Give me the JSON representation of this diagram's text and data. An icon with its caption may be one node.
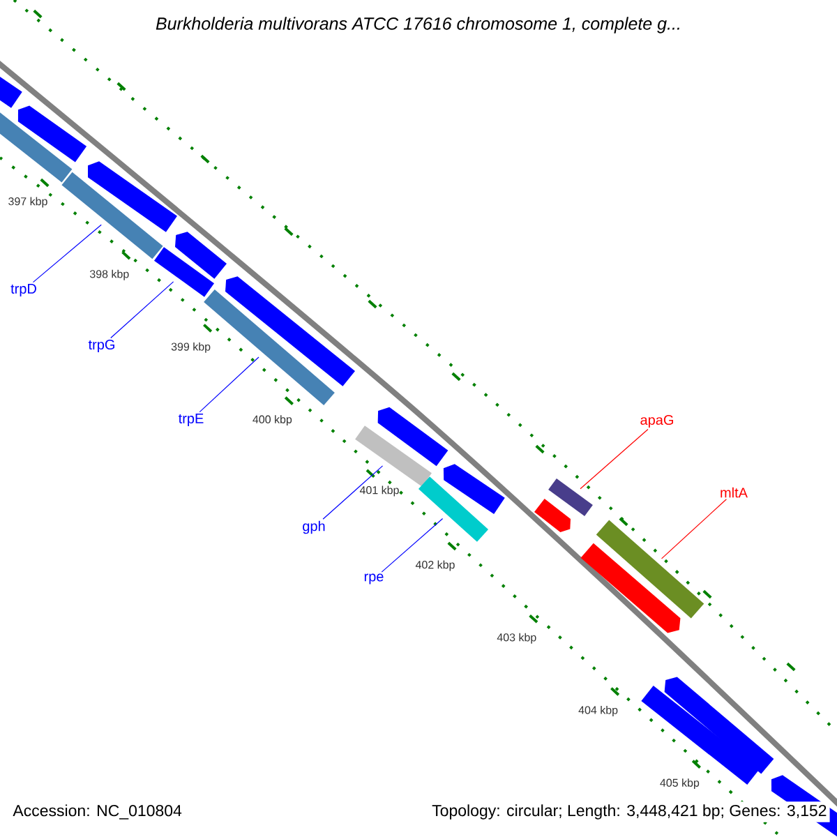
{
  "diagram": {
    "title": "Burkholderia multivorans ATCC 17616 chromosome 1, complete g...",
    "nodes": [
      {
        "text": [
          "trpD"
        ]
      },
      {
        "text": [
          "trpG"
        ]
      },
      {
        "text": [
          "trpE"
        ]
      },
      {
        "text": [
          "gph"
        ]
      },
      {
        "text": [
          "rpe"
        ]
      },
      {
        "text": [
          "apaG"
        ]
      },
      {
        "text": [
          "mltA"
        ]
      },
      {
        "text": [],
        "shape": "pentagon"
      },
      {
        "text": [],
        "shape": "bar"
      },
      {
        "text": [],
        "shape": "pentagon"
      },
      {
        "text": [],
        "shape": "bar"
      },
      {
        "text": [],
        "shape": "pentagon"
      },
      {
        "text": [],
        "shape": "bar"
      },
      {
        "text": [],
        "shape": "pentagon"
      },
      {
        "text": [],
        "shape": "bar"
      },
      {
        "text": [],
        "shape": "pentagon"
      },
      {
        "text": [],
        "shape": "bar"
      },
      {
        "text": [],
        "shape": "pentagon"
      },
      {
        "text": [],
        "shape": "bar"
      },
      {
        "text": [],
        "shape": "pentagon"
      },
      {
        "text": [],
        "shape": "pentagon"
      },
      {
        "text": [],
        "shape": "bar"
      },
      {
        "text": [],
        "shape": "pentagon"
      },
      {
        "text": [],
        "shape": "bar"
      },
      {
        "text": [],
        "shape": "bar"
      },
      {
        "text": [],
        "shape": "pentagon"
      },
      {
        "text": [],
        "shape": "pentagon"
      }
    ],
    "edges": [
      {
        "from": 0,
        "to": 10,
        "arrow": "none"
      },
      {
        "from": 1,
        "to": 12,
        "arrow": "none"
      },
      {
        "from": 2,
        "to": 14,
        "arrow": "none"
      },
      {
        "from": 3,
        "to": 16,
        "arrow": "none"
      },
      {
        "from": 4,
        "to": 18,
        "arrow": "none"
      },
      {
        "from": 5,
        "to": 21,
        "arrow": "none",
        "color": "#ff0000"
      },
      {
        "from": 6,
        "to": 23,
        "arrow": "none",
        "color": "#ff0000"
      }
    ],
    "labels": [
      "397 kbp",
      "398 kbp",
      "399 kbp",
      "400 kbp",
      "401 kbp",
      "402 kbp",
      "403 kbp",
      "404 kbp",
      "405 kbp",
      "Accession: NC_010804",
      "Topology: circular; Length: 3,448,421 bp; Genes: 3,152"
    ]
  }
}
